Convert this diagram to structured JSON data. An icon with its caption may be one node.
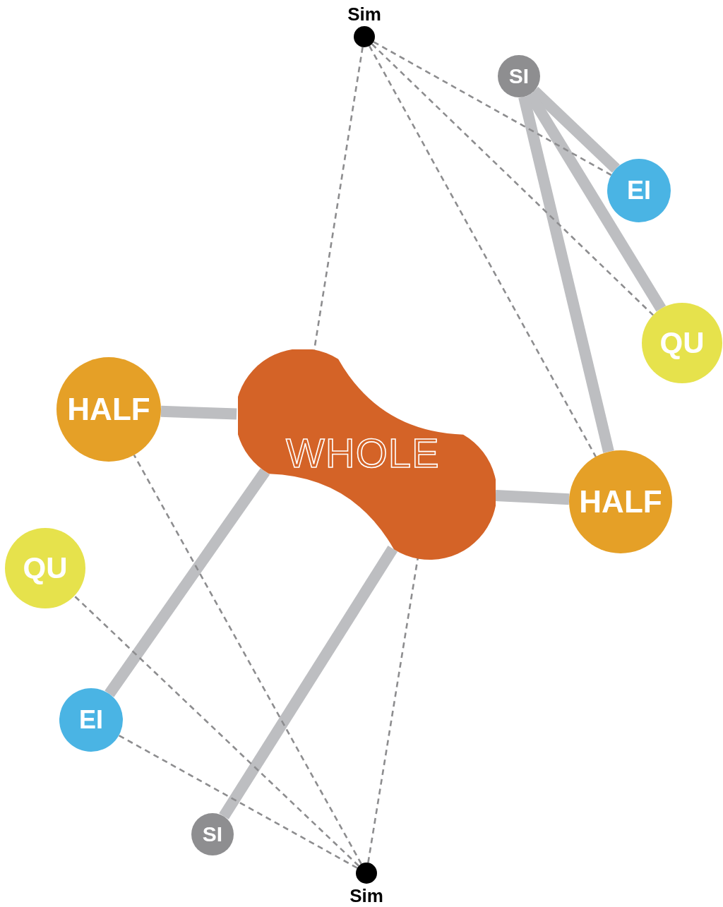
{
  "diagram": {
    "nodes": [
      {
        "text": [
          "WHOLE"
        ]
      },
      {
        "text": [
          "HALF"
        ]
      },
      {
        "text": [
          "HALF"
        ]
      },
      {
        "text": [
          "SI"
        ]
      },
      {
        "text": [
          "EI"
        ]
      },
      {
        "text": [
          "QU"
        ]
      },
      {
        "text": [
          "QU"
        ]
      },
      {
        "text": [
          "EI"
        ]
      },
      {
        "text": [
          "SI"
        ]
      },
      {
        "text": [
          "Sim"
        ]
      },
      {
        "text": [
          "Sim"
        ]
      }
    ],
    "edges": [
      {
        "from": 1,
        "to": 0,
        "arrow": "none",
        "style": "thick",
        "color": "#bdbec1"
      },
      {
        "from": 0,
        "to": 2,
        "arrow": "none",
        "style": "thick",
        "color": "#bdbec1"
      },
      {
        "from": 0,
        "to": 7,
        "arrow": "none",
        "style": "thick",
        "color": "#bdbec1"
      },
      {
        "from": 0,
        "to": 8,
        "arrow": "none",
        "style": "thick",
        "color": "#bdbec1"
      },
      {
        "from": 3,
        "to": 4,
        "arrow": "none",
        "style": "thick",
        "color": "#bdbec1"
      },
      {
        "from": 3,
        "to": 5,
        "arrow": "none",
        "style": "thick",
        "color": "#bdbec1"
      },
      {
        "from": 3,
        "to": 2,
        "arrow": "none",
        "style": "thick",
        "color": "#bdbec1"
      },
      {
        "from": 9,
        "to": 0,
        "arrow": "none",
        "style": "dashed"
      },
      {
        "from": 9,
        "to": 2,
        "arrow": "none",
        "style": "dashed"
      },
      {
        "from": 9,
        "to": 5,
        "arrow": "none",
        "style": "dashed"
      },
      {
        "from": 9,
        "to": 4,
        "arrow": "none",
        "style": "dashed"
      },
      {
        "from": 10,
        "to": 1,
        "arrow": "none",
        "style": "dashed"
      },
      {
        "from": 10,
        "to": 6,
        "arrow": "none",
        "style": "dashed"
      },
      {
        "from": 10,
        "to": 7,
        "arrow": "none",
        "style": "dashed"
      },
      {
        "from": 10,
        "to": 0,
        "arrow": "none",
        "style": "dashed"
      }
    ]
  }
}
